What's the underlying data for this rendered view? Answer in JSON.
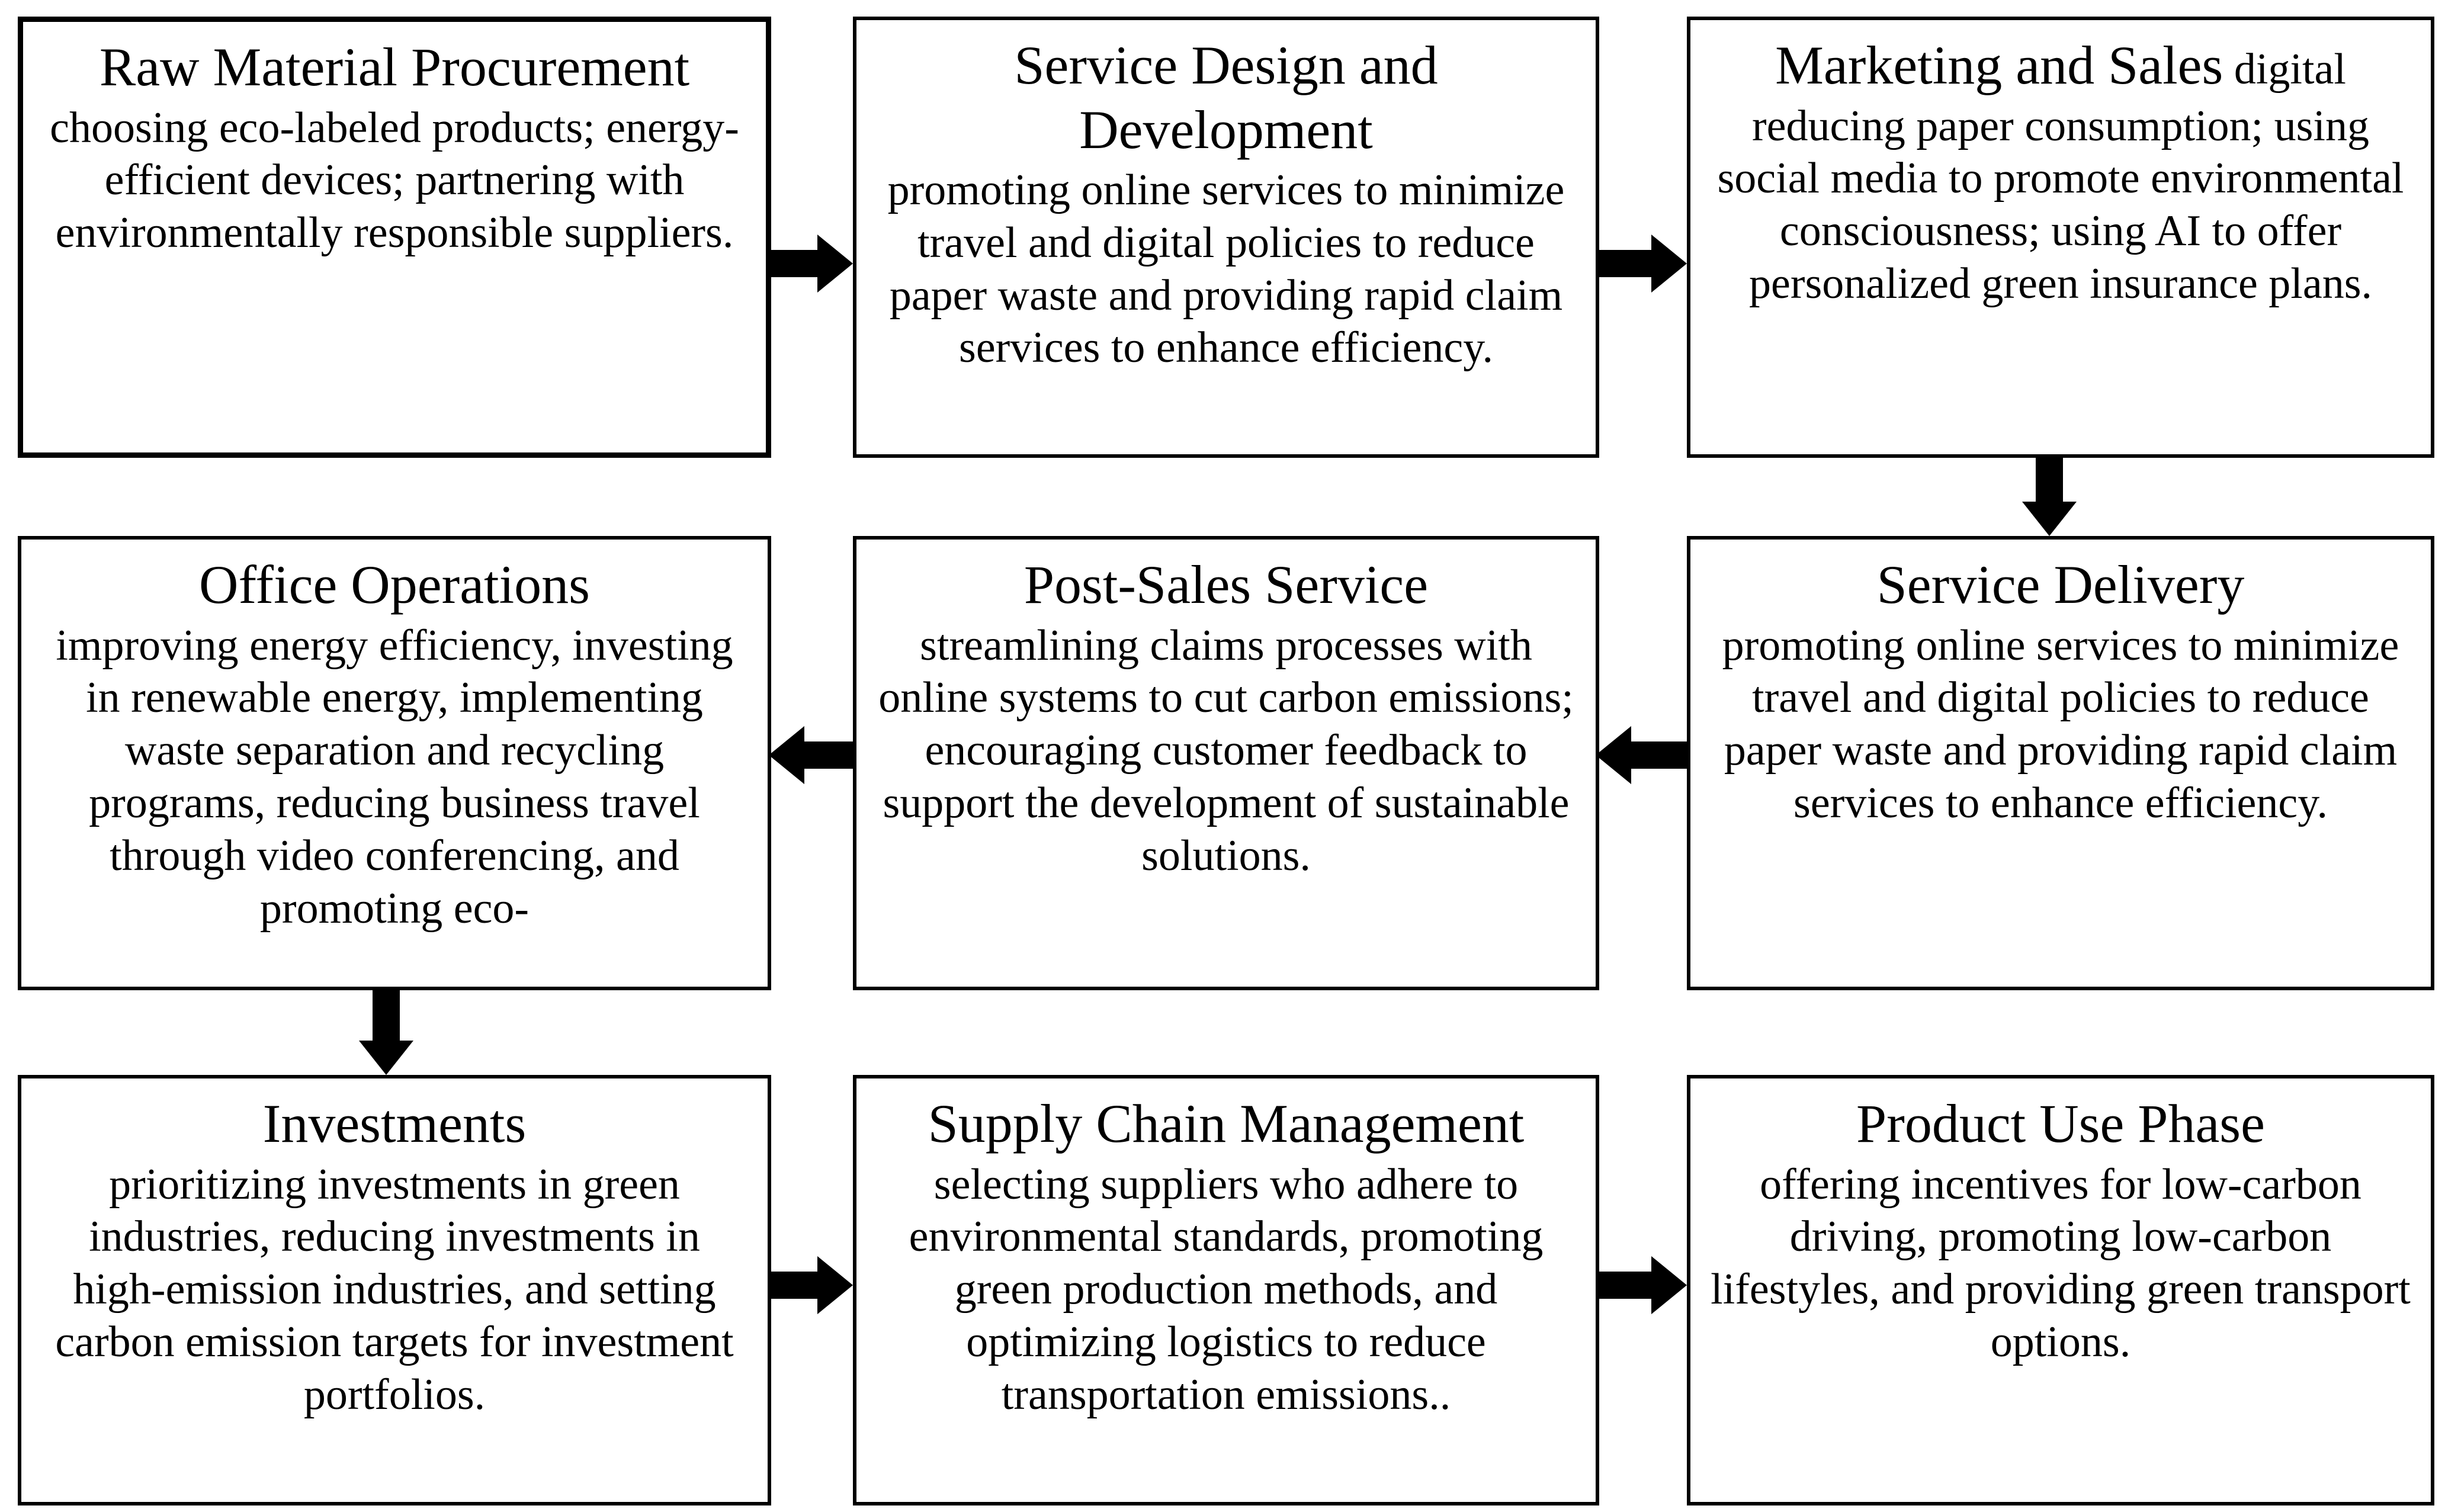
{
  "boxes": [
    {
      "title": "Raw Material Procurement",
      "title_suffix": "",
      "body": "choosing eco-labeled products; energy-efficient devices; partnering with environmentally responsible suppliers."
    },
    {
      "title": "Service Design and Development",
      "title_suffix": "",
      "body": "promoting online services to minimize travel and digital policies to reduce paper waste and providing rapid claim services to enhance efficiency."
    },
    {
      "title": "Marketing and Sales",
      "title_suffix": "digital",
      "body": "reducing paper consumption; using social media to promote environmental consciousness; using AI to offer personalized green insurance plans."
    },
    {
      "title": "Office Operations",
      "title_suffix": "",
      "body": "improving energy efficiency, investing in renewable energy, implementing waste separation and recycling programs, reducing business travel through video conferencing, and promoting eco-"
    },
    {
      "title": "Post-Sales Service",
      "title_suffix": "",
      "body": "streamlining claims processes with online systems to cut carbon emissions; encouraging customer feedback to support the development of sustainable solutions."
    },
    {
      "title": "Service Delivery",
      "title_suffix": "",
      "body": "promoting online services to minimize travel and digital policies to reduce paper waste and providing rapid claim services to enhance efficiency."
    },
    {
      "title": "Investments",
      "title_suffix": "",
      "body": "prioritizing investments in green industries, reducing investments in high-emission industries, and setting carbon emission targets for investment portfolios."
    },
    {
      "title": "Supply Chain Management",
      "title_suffix": "",
      "body": "selecting suppliers who adhere to environmental standards, promoting green production methods, and optimizing logistics to reduce transportation emissions.."
    },
    {
      "title": "Product Use Phase",
      "title_suffix": "",
      "body": "offering incentives for low-carbon driving, promoting low-carbon lifestyles, and providing green transport options."
    }
  ],
  "arrows": [
    {
      "direction": "right",
      "from": "Raw Material Procurement",
      "to": "Service Design and Development"
    },
    {
      "direction": "right",
      "from": "Service Design and Development",
      "to": "Marketing and Sales"
    },
    {
      "direction": "down",
      "from": "Marketing and Sales",
      "to": "Service Delivery"
    },
    {
      "direction": "left",
      "from": "Service Delivery",
      "to": "Post-Sales Service"
    },
    {
      "direction": "left",
      "from": "Post-Sales Service",
      "to": "Office Operations"
    },
    {
      "direction": "down",
      "from": "Office Operations",
      "to": "Investments"
    },
    {
      "direction": "right",
      "from": "Investments",
      "to": "Supply Chain Management"
    },
    {
      "direction": "right",
      "from": "Supply Chain Management",
      "to": "Product Use Phase"
    }
  ],
  "colors": {
    "background": "#ffffff",
    "border": "#000000",
    "text": "#000000",
    "arrow": "#000000"
  }
}
